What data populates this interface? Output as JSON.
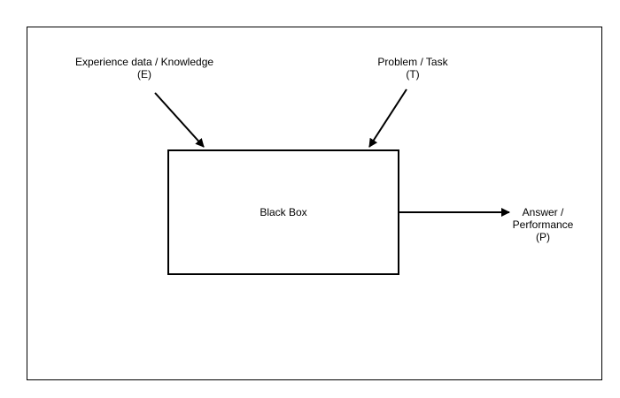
{
  "diagram": {
    "input_experience": {
      "line1": "Experience data / Knowledge",
      "line2": "(E)"
    },
    "input_problem": {
      "line1": "Problem / Task",
      "line2": "(T)"
    },
    "black_box": {
      "label": "Black Box"
    },
    "output_answer": {
      "line1": "Answer /",
      "line2": "Performance",
      "line3": "(P)"
    }
  },
  "colors": {
    "stroke": "#000000",
    "background": "#ffffff"
  }
}
